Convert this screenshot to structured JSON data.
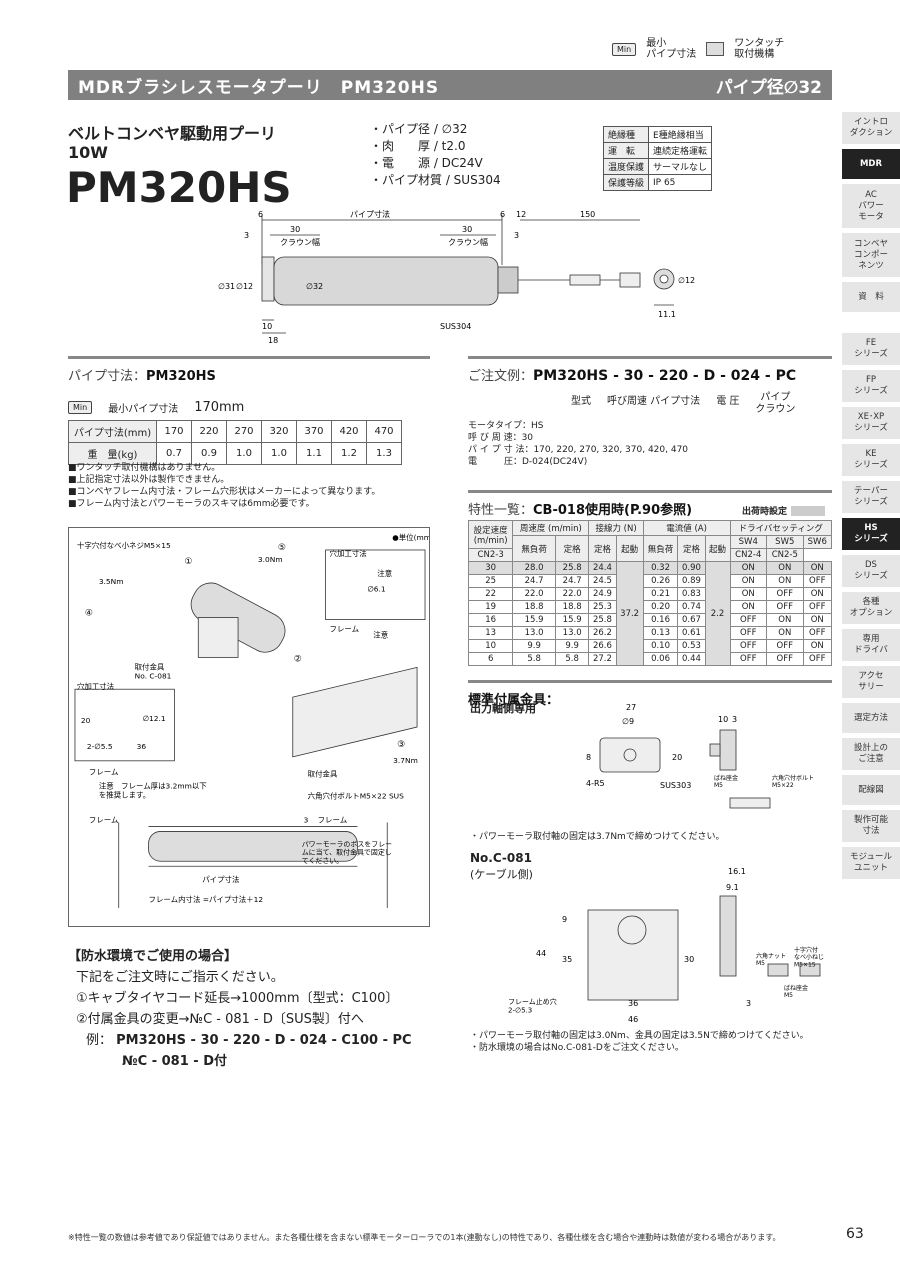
{
  "legend": {
    "min_badge": "Min",
    "min_label": "最小\nパイプ寸法",
    "onetouch_label": "ワンタッチ\n取付機構"
  },
  "banner": {
    "title": "MDRブラシレスモータプーリ　PM320HS",
    "right": "パイプ径∅32"
  },
  "sidenav": [
    "イントロ\nダクション",
    "MDR",
    "AC\nパワー\nモータ",
    "コンベヤ\nコンポー\nネンツ",
    "資　料",
    "FE\nシリーズ",
    "FP\nシリーズ",
    "XE･XP\nシリーズ",
    "KE\nシリーズ",
    "テーパー\nシリーズ",
    "HS\nシリーズ",
    "DS\nシリーズ",
    "各種\nオプション",
    "専用\nドライバ",
    "アクセ\nサリー",
    "選定方法",
    "設計上の\nご注意",
    "配線図",
    "製作可能\n寸法",
    "モジュール\nユニット"
  ],
  "product": {
    "subtitle": "ベルトコンベヤ駆動用プーリ",
    "watt": "10W",
    "model": "PM320HS"
  },
  "specs": [
    "・パイプ径 / ∅32",
    "・肉　　厚 / t2.0",
    "・電　　源 / DC24V",
    "・パイプ材質 / SUS304"
  ],
  "spec_table": [
    [
      "絶縁種",
      "E種絶縁相当"
    ],
    [
      "運　転",
      "連続定格運転"
    ],
    [
      "温度保護",
      "サーマルなし"
    ],
    [
      "保護等級",
      "IP 65"
    ]
  ],
  "drawing": {
    "pipe_dim": "パイプ寸法",
    "crown": "クラウン幅",
    "sus": "SUS304",
    "d6a": "6",
    "d30a": "30",
    "d3a": "3",
    "d6b": "6",
    "d12": "12",
    "d150": "150",
    "d30b": "30",
    "d3b": "3",
    "phi31": "∅31",
    "phi12": "∅12",
    "phi32": "∅32",
    "d10": "10",
    "d18": "18",
    "phi12b": "∅12",
    "d111": "11.1"
  },
  "pipe_section": {
    "head_label": "パイプ寸法：",
    "head_model": "PM320HS",
    "min_label": "最小パイプ寸法",
    "min_value": "170mm",
    "row1_head": "パイプ寸法(mm)",
    "sizes": [
      "170",
      "220",
      "270",
      "320",
      "370",
      "420",
      "470"
    ],
    "row2_head": "重　量(kg)",
    "weights": [
      "0.7",
      "0.9",
      "1.0",
      "1.0",
      "1.1",
      "1.2",
      "1.3"
    ],
    "notes": [
      "■ワンタッチ取付機構はありません。",
      "■上記指定寸法以外は製作できません。",
      "■コンベヤフレーム内寸法・フレーム穴形状はメーカーによって異なります。",
      "■フレーム内寸法とパワーモーラのスキマは6mm必要です。"
    ]
  },
  "order": {
    "head_label": "ご注文例：",
    "head_model": "PM320HS - 30 - 220 - D - 024 - PC",
    "parts": [
      "型式",
      "呼び周速 パイプ寸法",
      "電 圧",
      "パイプ\nクラウン"
    ],
    "items": [
      "モータタイプ：HS",
      "呼 び 周 速：30",
      "パ イ プ 寸 法：170, 220, 270, 320, 370, 420, 470",
      "電　　　圧：D-024(DC24V)"
    ]
  },
  "characteristics": {
    "head_label": "特性一覧：",
    "head_model": "CB-018使用時(P.90参照)",
    "ship_label": "出荷時設定",
    "h_speed": "設定速度\n(m/min)",
    "h_circ": "周速度 (m/min)",
    "h_force": "接線力 (N)",
    "h_current": "電流値 (A)",
    "h_drive": "ドライバセッティング",
    "h_noload": "無負荷",
    "h_rated": "定格",
    "h_rated2": "定格",
    "h_start": "起動",
    "h_noload2": "無負荷",
    "h_rated3": "定格",
    "h_start2": "起動",
    "h_sw": [
      "SW4",
      "SW5",
      "SW6"
    ],
    "h_cn": [
      "CN2-3",
      "CN2-4",
      "CN2-5"
    ],
    "start_force": "37.2",
    "start_current": "2.2",
    "rows": [
      [
        "30",
        "28.0",
        "25.8",
        "24.4",
        "0.32",
        "0.90",
        "ON",
        "ON",
        "ON"
      ],
      [
        "25",
        "24.7",
        "24.7",
        "24.5",
        "0.26",
        "0.89",
        "ON",
        "ON",
        "OFF"
      ],
      [
        "22",
        "22.0",
        "22.0",
        "24.9",
        "0.21",
        "0.83",
        "ON",
        "OFF",
        "ON"
      ],
      [
        "19",
        "18.8",
        "18.8",
        "25.3",
        "0.20",
        "0.74",
        "ON",
        "OFF",
        "OFF"
      ],
      [
        "16",
        "15.9",
        "15.9",
        "25.8",
        "0.16",
        "0.67",
        "OFF",
        "ON",
        "ON"
      ],
      [
        "13",
        "13.0",
        "13.0",
        "26.2",
        "0.13",
        "0.61",
        "OFF",
        "ON",
        "OFF"
      ],
      [
        "10",
        "9.9",
        "9.9",
        "26.6",
        "0.10",
        "0.53",
        "OFF",
        "OFF",
        "ON"
      ],
      [
        "6",
        "5.8",
        "5.8",
        "27.2",
        "0.06",
        "0.44",
        "OFF",
        "OFF",
        "OFF"
      ]
    ]
  },
  "assembly": {
    "unit": "●単位(mm)",
    "screw": "十字穴付なべ小ネジM5×15",
    "n1": "①",
    "n4": "④",
    "n5": "⑤",
    "n2": "②",
    "n3": "③",
    "t35": "3.5Nm",
    "t30": "3.0Nm",
    "t37": "3.7Nm",
    "hole": "穴加工寸法",
    "hole2": "穴加工寸法",
    "caution": "注意",
    "frame": "フレーム",
    "caution2": "注意\nフレーム厚は\n3.2mm以下\nを推奨します。",
    "bracket": "取付金具\nNo. C-081",
    "bracket2": "取付金具",
    "bolt": "六角穴付ボルトM5×22 SUS",
    "h20": "20",
    "h121": "∅12.1",
    "h36": "36",
    "h55": "2-∅5.5",
    "phi61": "∅6.1",
    "frame3": "フレーム",
    "caution3": "注意　フレーム厚は3.2mm以下\nを推奨します。"
  },
  "frame_diagram": {
    "frame_l": "フレーム",
    "frame_r": "フレーム",
    "d3": "3",
    "pipe": "パイプ寸法",
    "inner": "フレーム内寸法 =パイプ寸法＋12",
    "note": "パワーモーラのボスをフレー\nムに当て、取付金具で固定し\nてください。"
  },
  "standard": {
    "head_label": "標準付属金具：",
    "sub": "出力軸側専用",
    "d27": "27",
    "phi9": "∅9",
    "d8": "8",
    "d20": "20",
    "r5": "4-R5",
    "sus": "SUS303",
    "d10": "10",
    "d3": "3",
    "washer": "ばね座金\nM5",
    "bolt": "六角穴付ボルト\nM5×22",
    "note1": "・パワーモーラ取付軸の固定は3.7Nmで締めつけてください。",
    "c081": "No.C-081",
    "c081_sub": "(ケーブル側)",
    "d161": "16.1",
    "d91": "9.1",
    "d9": "9",
    "d44": "44",
    "d35": "35",
    "d30": "30",
    "d36": "36",
    "d46": "46",
    "d3b": "3",
    "stop": "フレーム止め穴\n2-∅5.3",
    "nut": "六角ナット\nM5",
    "screw": "十字穴付\nなべ小ねじ\nM5×15",
    "washer2": "ばね座金\nM5",
    "note2": [
      "・パワーモーラ取付軸の固定は3.0Nm、金具の固定は3.5Nで締めつけてください。",
      "・防水環境の場合はNo.C-081-Dをご注文ください。"
    ]
  },
  "waterproof": {
    "head": "【防水環境でご使用の場合】",
    "lines": [
      "下記をご注文時にご指示ください。",
      "①キャブタイヤコード延長→1000mm〔型式：C100〕",
      "②付属金具の変更→№C - 081 - D〔SUS製〕付へ"
    ],
    "ex_label": "例：",
    "ex1": "PM320HS - 30 - 220 - D - 024 - C100 - PC",
    "ex2": "№C - 081 - D付"
  },
  "footer": "※特性一覧の数値は参考値であり保証値ではありません。また各種仕様を含まない標準モーターローラでの1本(連動なし)の特性であり、各種仕様を含む場合や連動時は数値が変わる場合があります。",
  "page_number": "63"
}
